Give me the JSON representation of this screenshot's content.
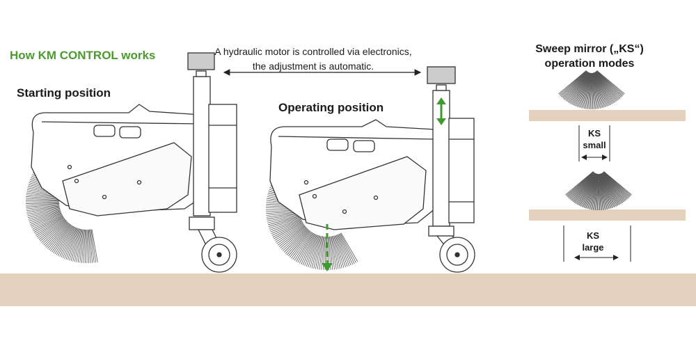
{
  "title": "How KM CONTROL works",
  "starting_position": "Starting position",
  "operating_position": "Operating position",
  "caption": {
    "line1": "A hydraulic motor is controlled via electronics,",
    "line2": "the adjustment is automatic."
  },
  "sweep_mirror": {
    "title_line1": "Sweep mirror („KS“)",
    "title_line2": "operation modes",
    "small": {
      "line1": "KS",
      "line2": "small"
    },
    "large": {
      "line1": "KS",
      "line2": "large"
    }
  },
  "colors": {
    "accent_green": "#4a9b2e",
    "ground": "#e3d0bd",
    "arrow_green": "#3f9a2e"
  }
}
